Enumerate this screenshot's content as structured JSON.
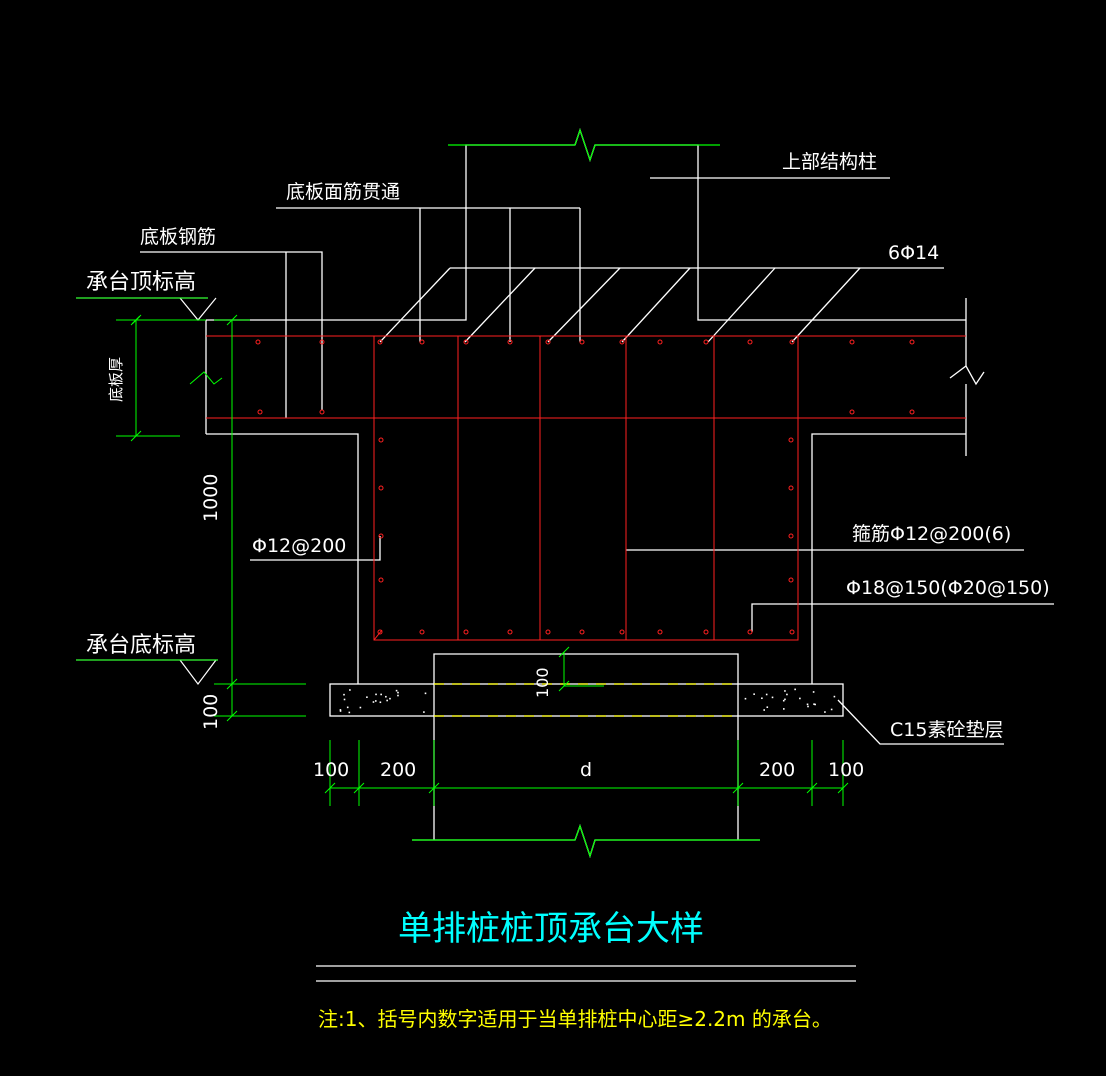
{
  "labels": {
    "upper_structure_column": "上部结构柱",
    "slab_top_rebar_through": "底板面筋贯通",
    "slab_rebar": "底板钢筋",
    "top_bars": "6Φ14",
    "cap_top_elevation": "承台顶标高",
    "slab_thickness": "底板厚",
    "stirrup": "箍筋Φ12@200(6)",
    "side_bars": "Φ12@200",
    "bottom_bars": "Φ18@150(Φ20@150)",
    "cap_bottom_elevation": "承台底标高",
    "cushion_layer": "C15素砼垫层"
  },
  "dimensions": {
    "cap_height": "1000",
    "cushion_thickness": "100",
    "pile_embed": "100",
    "bottom": [
      "100",
      "200",
      "d",
      "200",
      "100"
    ]
  },
  "title": "单排桩桩顶承台大样",
  "note": "注:1、括号内数字适用于当单排桩中心距≥2.2m 的承台。",
  "colors": {
    "background": "#000000",
    "outline": "#ffffff",
    "rebar": "#ff2020",
    "dimension": "#00ff00",
    "title": "#00ffff",
    "note": "#ffff00",
    "pile_axis": "#ffff00"
  }
}
